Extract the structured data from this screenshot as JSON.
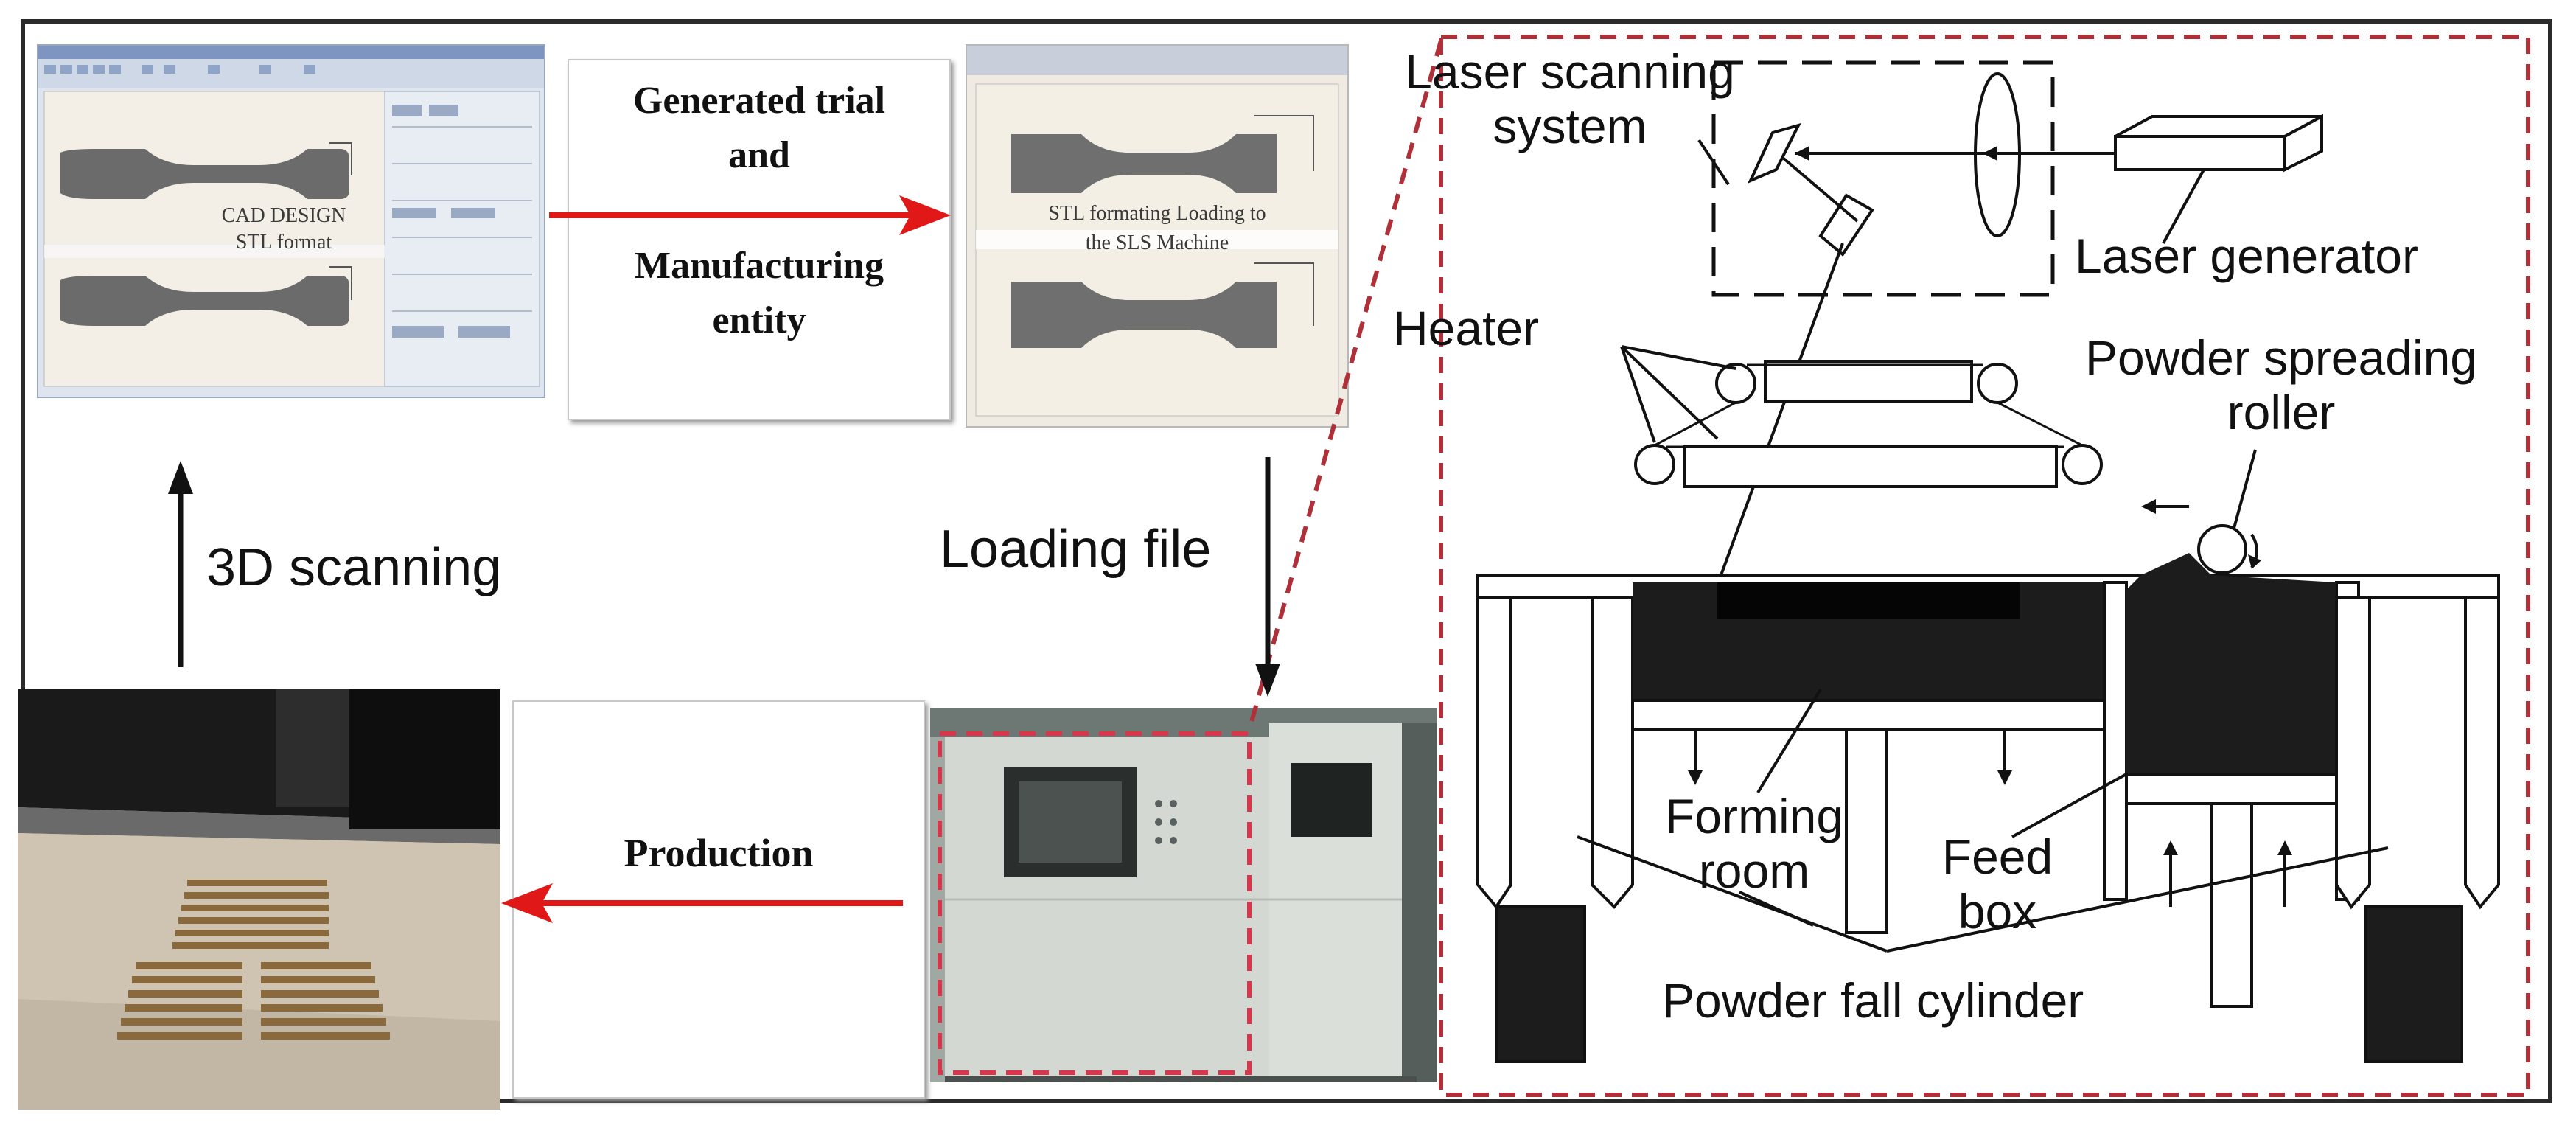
{
  "flow": {
    "cad_label_line1": "CAD DESIGN",
    "cad_label_line2": "STL format",
    "generated_line1": "Generated trial",
    "generated_line2": "and",
    "generated_line3": "Manufacturing",
    "generated_line4": "entity",
    "stl_label_line1": "STL formating Loading to",
    "stl_label_line2": "the SLS Machine",
    "scanning_label": "3D scanning",
    "loading_label": "Loading file",
    "production_label": "Production"
  },
  "sls": {
    "laser_scanning_line1": "Laser scanning",
    "laser_scanning_line2": "system",
    "laser_generator": "Laser generator",
    "heater": "Heater",
    "powder_spreading_line1": "Powder spreading",
    "powder_spreading_line2": "roller",
    "forming_line1": "Forming",
    "forming_line2": "room",
    "feed_line1": "Feed",
    "feed_line2": "box",
    "powder_fall": "Powder fall cylinder"
  },
  "colors": {
    "arrow_red": "#e01818",
    "dashed_red": "#b0303a",
    "powder_dark": "#1c1c1c"
  },
  "icons": [
    "cad-screenshot-icon",
    "stl-screenshot-icon",
    "sls-machine-photo-icon",
    "printed-parts-photo-icon"
  ]
}
